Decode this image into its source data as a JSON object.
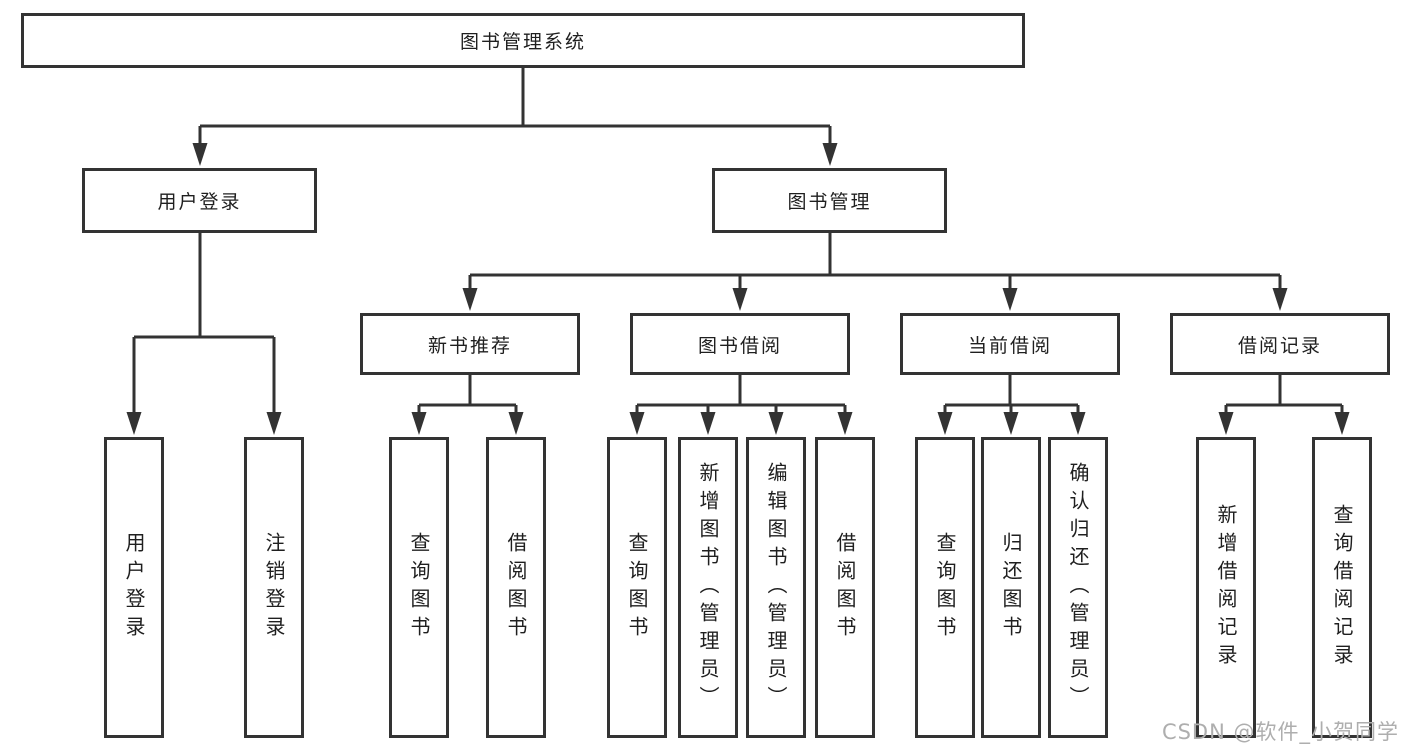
{
  "diagram": {
    "title": "图书管理系统",
    "type": "function-structure-tree"
  },
  "tree": {
    "root": {
      "label": "图书管理系统"
    },
    "children": [
      {
        "label": "用户登录",
        "children": [
          {
            "label": "用户登录"
          },
          {
            "label": "注销登录"
          }
        ]
      },
      {
        "label": "图书管理",
        "children": [
          {
            "label": "新书推荐",
            "children": [
              {
                "label": "查询图书"
              },
              {
                "label": "借阅图书"
              }
            ]
          },
          {
            "label": "图书借阅",
            "children": [
              {
                "label": "查询图书"
              },
              {
                "label": "新增图书（管理员）"
              },
              {
                "label": "编辑图书（管理员）"
              },
              {
                "label": "借阅图书"
              }
            ]
          },
          {
            "label": "当前借阅",
            "children": [
              {
                "label": "查询图书"
              },
              {
                "label": "归还图书"
              },
              {
                "label": "确认归还（管理员）"
              }
            ]
          },
          {
            "label": "借阅记录",
            "children": [
              {
                "label": "新增借阅记录"
              },
              {
                "label": "查询借阅记录"
              }
            ]
          }
        ]
      }
    ]
  },
  "watermark": {
    "text": "CSDN @软件_小贺同学"
  },
  "colors": {
    "line": "#333333",
    "box_border": "#333333",
    "box_fill": "#ffffff",
    "text": "#1f1f1f",
    "watermark": "#aeaeae",
    "background": "#ffffff"
  }
}
